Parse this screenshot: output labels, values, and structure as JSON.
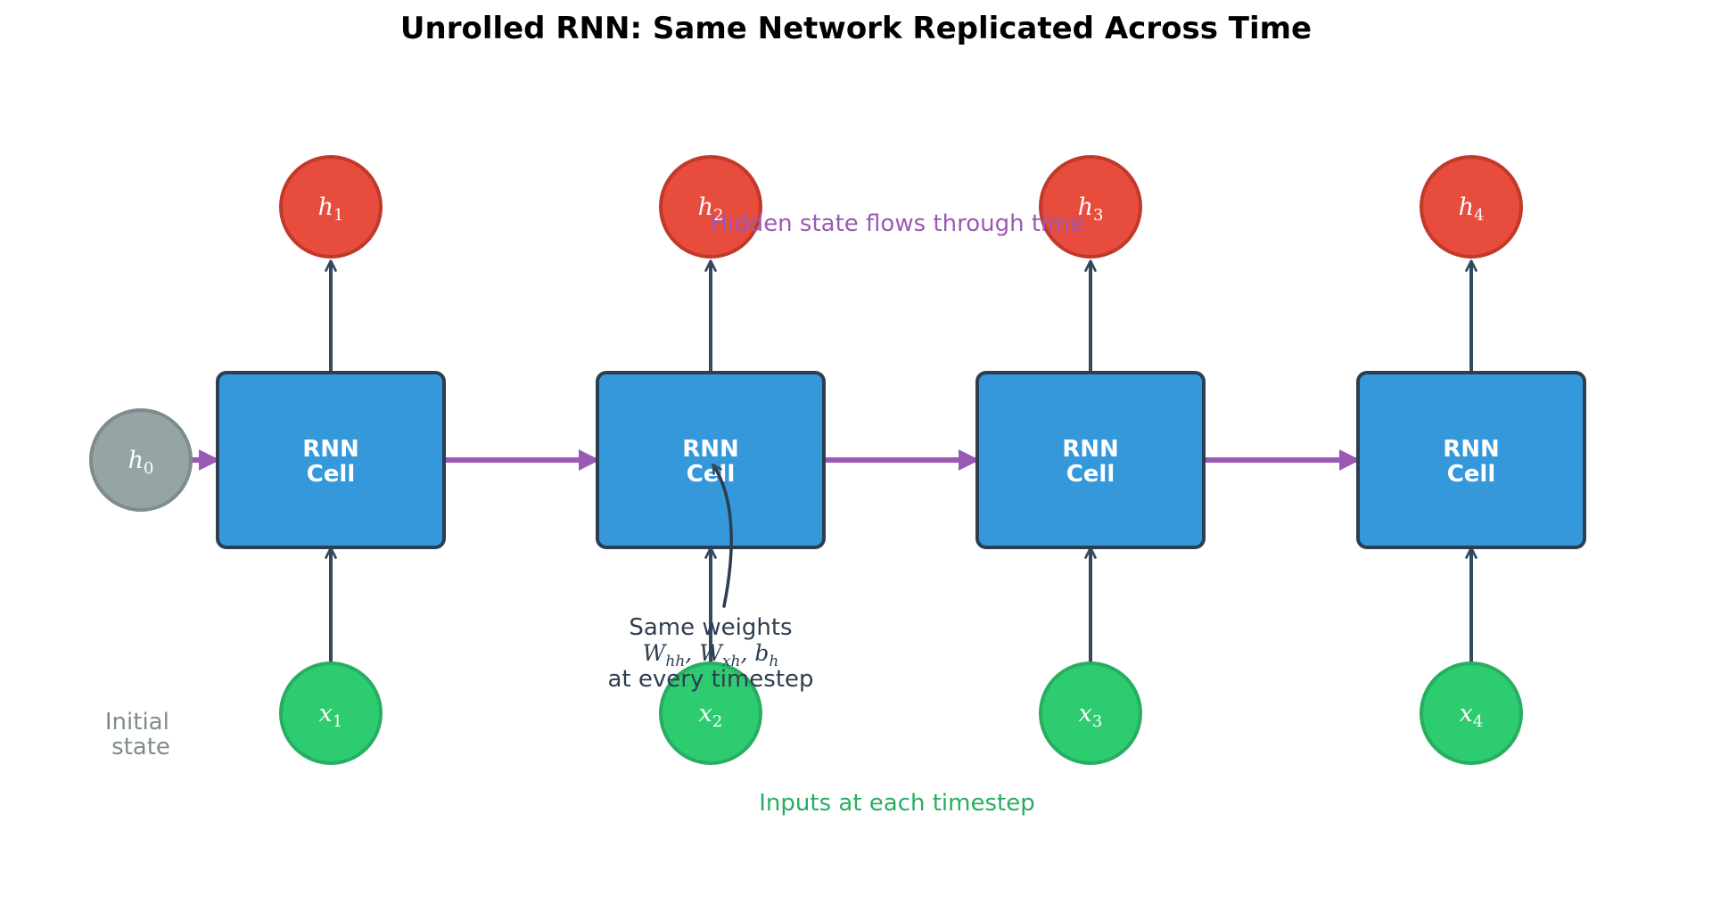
{
  "title": "Unrolled RNN: Same Network Replicated Across Time",
  "cell": {
    "line1": "RNN",
    "line2": "Cell"
  },
  "steps": [
    {
      "input": "x",
      "input_sub": "1",
      "hidden": "h",
      "hidden_sub": "1"
    },
    {
      "input": "x",
      "input_sub": "2",
      "hidden": "h",
      "hidden_sub": "2"
    },
    {
      "input": "x",
      "input_sub": "3",
      "hidden": "h",
      "hidden_sub": "3"
    },
    {
      "input": "x",
      "input_sub": "4",
      "hidden": "h",
      "hidden_sub": "4"
    }
  ],
  "initial": {
    "symbol": "h",
    "sub": "0",
    "caption_line1": "Initial",
    "caption_line2": "state"
  },
  "annotations": {
    "hidden_flow": "Hidden state flows through time",
    "inputs": "Inputs at each timestep",
    "weights_line1": "Same weights",
    "weights_math": [
      {
        "sym": "W",
        "sub": "hh",
        "sep": ", "
      },
      {
        "sym": "W",
        "sub": "xh",
        "sep": ", "
      },
      {
        "sym": "b",
        "sub": "h",
        "sep": ""
      }
    ],
    "weights_line3": "at every timestep"
  },
  "colors": {
    "cell_fill": "#3498db",
    "cell_stroke": "#2c3e50",
    "hidden_fill": "#e74c3c",
    "hidden_stroke": "#c0392b",
    "input_fill": "#2ecc71",
    "input_stroke": "#27ae60",
    "initial_fill": "#95a5a6",
    "initial_stroke": "#7f8c8d",
    "recurrent_arrow": "#9b59b6",
    "vertical_arrow": "#34495e",
    "hidden_flow_text": "#9b59b6",
    "inputs_text": "#27ae60",
    "weights_text": "#2c3e50",
    "initial_caption": "#7f8c8d"
  }
}
